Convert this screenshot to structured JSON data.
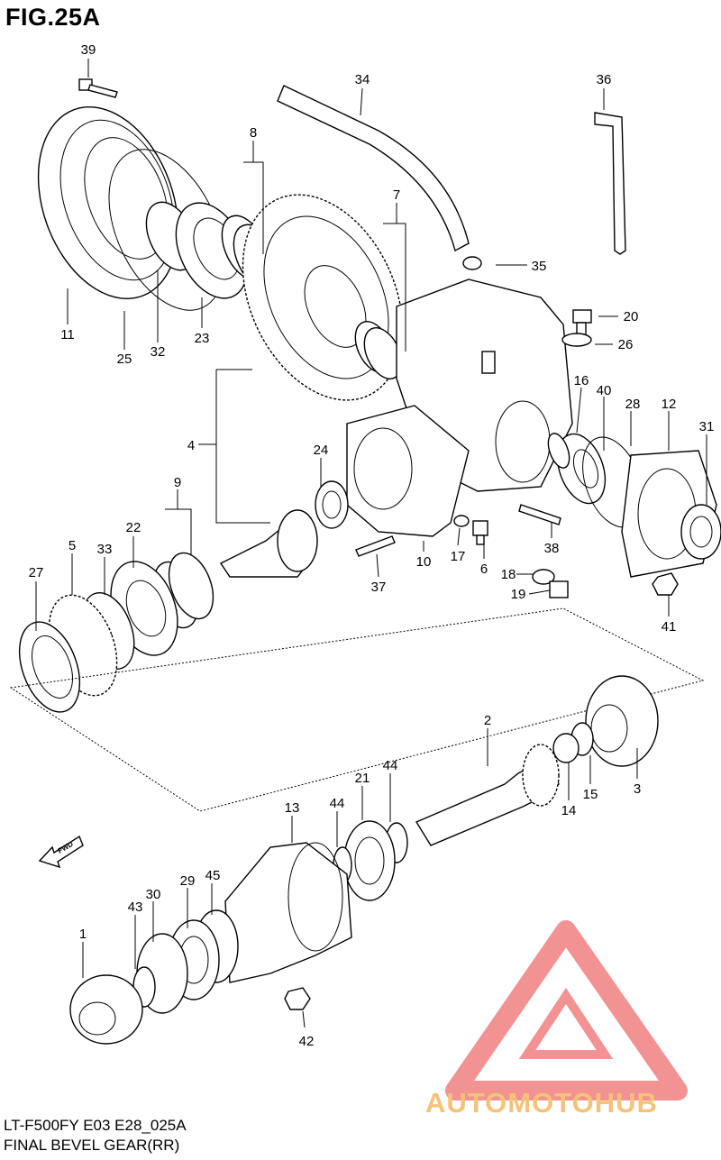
{
  "figure": {
    "title": "FIG.25A"
  },
  "fwd_label": "FWD",
  "callouts": [
    {
      "id": "p39",
      "text": "39"
    },
    {
      "id": "p34",
      "text": "34"
    },
    {
      "id": "p36",
      "text": "36"
    },
    {
      "id": "p8",
      "text": "8"
    },
    {
      "id": "p7",
      "text": "7"
    },
    {
      "id": "p35",
      "text": "35"
    },
    {
      "id": "p11",
      "text": "11"
    },
    {
      "id": "p25",
      "text": "25"
    },
    {
      "id": "p32",
      "text": "32"
    },
    {
      "id": "p23",
      "text": "23"
    },
    {
      "id": "p20",
      "text": "20"
    },
    {
      "id": "p26",
      "text": "26"
    },
    {
      "id": "p16",
      "text": "16"
    },
    {
      "id": "p40",
      "text": "40"
    },
    {
      "id": "p28",
      "text": "28"
    },
    {
      "id": "p12",
      "text": "12"
    },
    {
      "id": "p31",
      "text": "31"
    },
    {
      "id": "p4",
      "text": "4"
    },
    {
      "id": "p24",
      "text": "24"
    },
    {
      "id": "p9",
      "text": "9"
    },
    {
      "id": "p22",
      "text": "22"
    },
    {
      "id": "p5",
      "text": "5"
    },
    {
      "id": "p33",
      "text": "33"
    },
    {
      "id": "p27",
      "text": "27"
    },
    {
      "id": "p37",
      "text": "37"
    },
    {
      "id": "p10",
      "text": "10"
    },
    {
      "id": "p17",
      "text": "17"
    },
    {
      "id": "p6",
      "text": "6"
    },
    {
      "id": "p38",
      "text": "38"
    },
    {
      "id": "p18",
      "text": "18"
    },
    {
      "id": "p19",
      "text": "19"
    },
    {
      "id": "p41",
      "text": "41"
    },
    {
      "id": "p2",
      "text": "2"
    },
    {
      "id": "p14",
      "text": "14"
    },
    {
      "id": "p15",
      "text": "15"
    },
    {
      "id": "p3",
      "text": "3"
    },
    {
      "id": "p21",
      "text": "21"
    },
    {
      "id": "p44a",
      "text": "44"
    },
    {
      "id": "p44b",
      "text": "44"
    },
    {
      "id": "p13",
      "text": "13"
    },
    {
      "id": "p30",
      "text": "30"
    },
    {
      "id": "p29",
      "text": "29"
    },
    {
      "id": "p45",
      "text": "45"
    },
    {
      "id": "p43",
      "text": "43"
    },
    {
      "id": "p1",
      "text": "1"
    },
    {
      "id": "p42",
      "text": "42"
    }
  ],
  "footer": {
    "model_line": "LT-F500FY E03 E28_025A",
    "section_name": "FINAL BEVEL GEAR(RR)"
  },
  "watermark": {
    "text": "AUTOMOTOHUB",
    "color_primary": "#f08080",
    "color_secondary": "#f5c27a",
    "color_dark": "#9a9a9a"
  }
}
